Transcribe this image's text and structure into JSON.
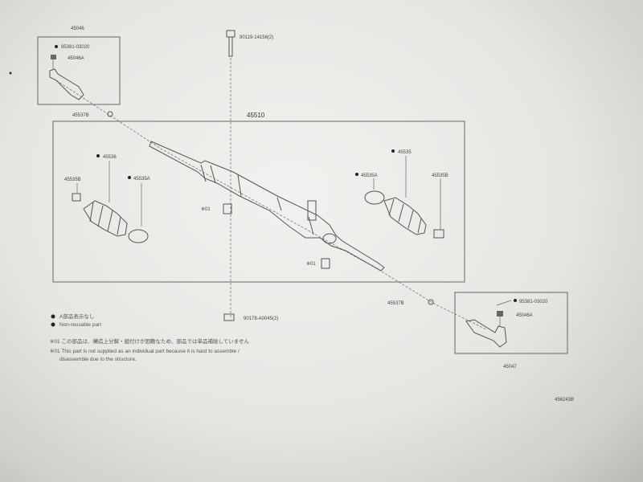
{
  "parts": {
    "tie_rod_end_lh": "45046",
    "tie_rod_end_rh": "45047",
    "cotter_pin_lh": "95381-03020",
    "cotter_pin_rh": "95381-03020",
    "nut_lh": "45046A",
    "nut_rh": "45046A",
    "lock_nut_lh": "45537B",
    "lock_nut_rh": "45537B",
    "bolt_top": "90119-14156(2)",
    "bolt_bottom": "90178-A0045(2)",
    "rack_assembly": "45510",
    "boot_left": "45536",
    "clamp_left_b": "45535B",
    "clamp_left_a": "45535A",
    "boot_right": "45535",
    "clamp_right_a": "45535A",
    "clamp_right_b": "45535B",
    "bushing_mid": "※01",
    "bushing_low": "※01"
  },
  "legend": {
    "item1": "A部品表示なし",
    "item2": "Non-reusable part"
  },
  "notes": {
    "jp": "※01 この部品は、構造上分解・組付けが困難なため、部品では単品補給していません",
    "en1": "※01 This part is not supplied as an individual part because it is hard to assemble /",
    "en2": "disassemble due to the structure."
  },
  "diagram_id": "456243B"
}
